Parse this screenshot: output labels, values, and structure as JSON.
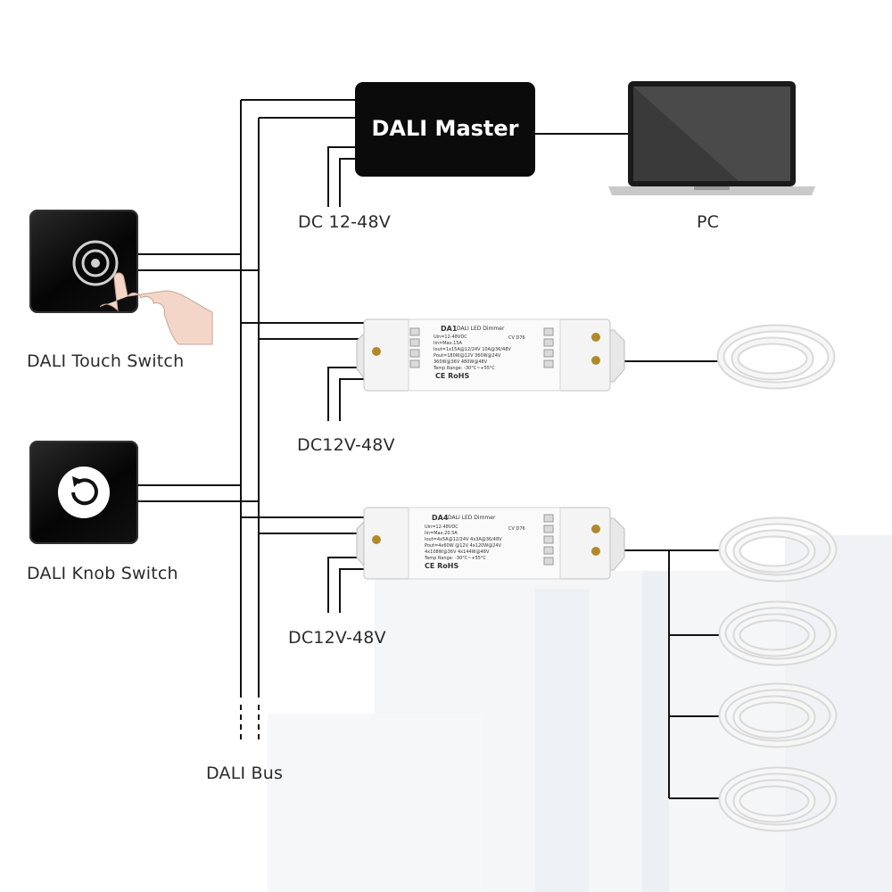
{
  "master": {
    "label": "DALI Master",
    "supply": "DC 12-48V"
  },
  "pc": {
    "label": "PC"
  },
  "switches": [
    {
      "label": "DALI Touch Switch",
      "icon": "touch-icon"
    },
    {
      "label": "DALI Knob Switch",
      "icon": "knob-icon"
    }
  ],
  "dimmers": [
    {
      "model": "DA1",
      "title": "DALI LED Dimmer",
      "supply": "DC12V-48V",
      "specs": [
        "Uin=12-48VDC",
        "Iin=Max.15A",
        "Iout=1x15A@12/24V 10A@36/48V",
        "Pout=180W@12V 360W@24V",
        "360W@36V 480W@48V",
        "Temp Range: -30°C~+55°C"
      ],
      "ce": "CE RoHS",
      "std": "CV D76",
      "strips": 1
    },
    {
      "model": "DA4",
      "title": "DALI LED Dimmer",
      "supply": "DC12V-48V",
      "specs": [
        "Uin=12-48VDC",
        "Iin=Max.20.5A",
        "Iout=4x5A@12/24V 4x3A@36/48V",
        "Pout=4x60W @12V 4x120W@24V",
        "4x108W@36V 4x144W@48V",
        "Temp Range: -30°C~+55°C"
      ],
      "ce": "CE RoHS",
      "std": "CV D76",
      "strips": 4
    }
  ],
  "bus": {
    "label": "DALI Bus"
  },
  "colors": {
    "line": "#111111",
    "device": "#0b0b0b",
    "dimmer_body": "#f1f1f1",
    "strip": "#e9e9e9",
    "text": "#2b2b2b"
  }
}
